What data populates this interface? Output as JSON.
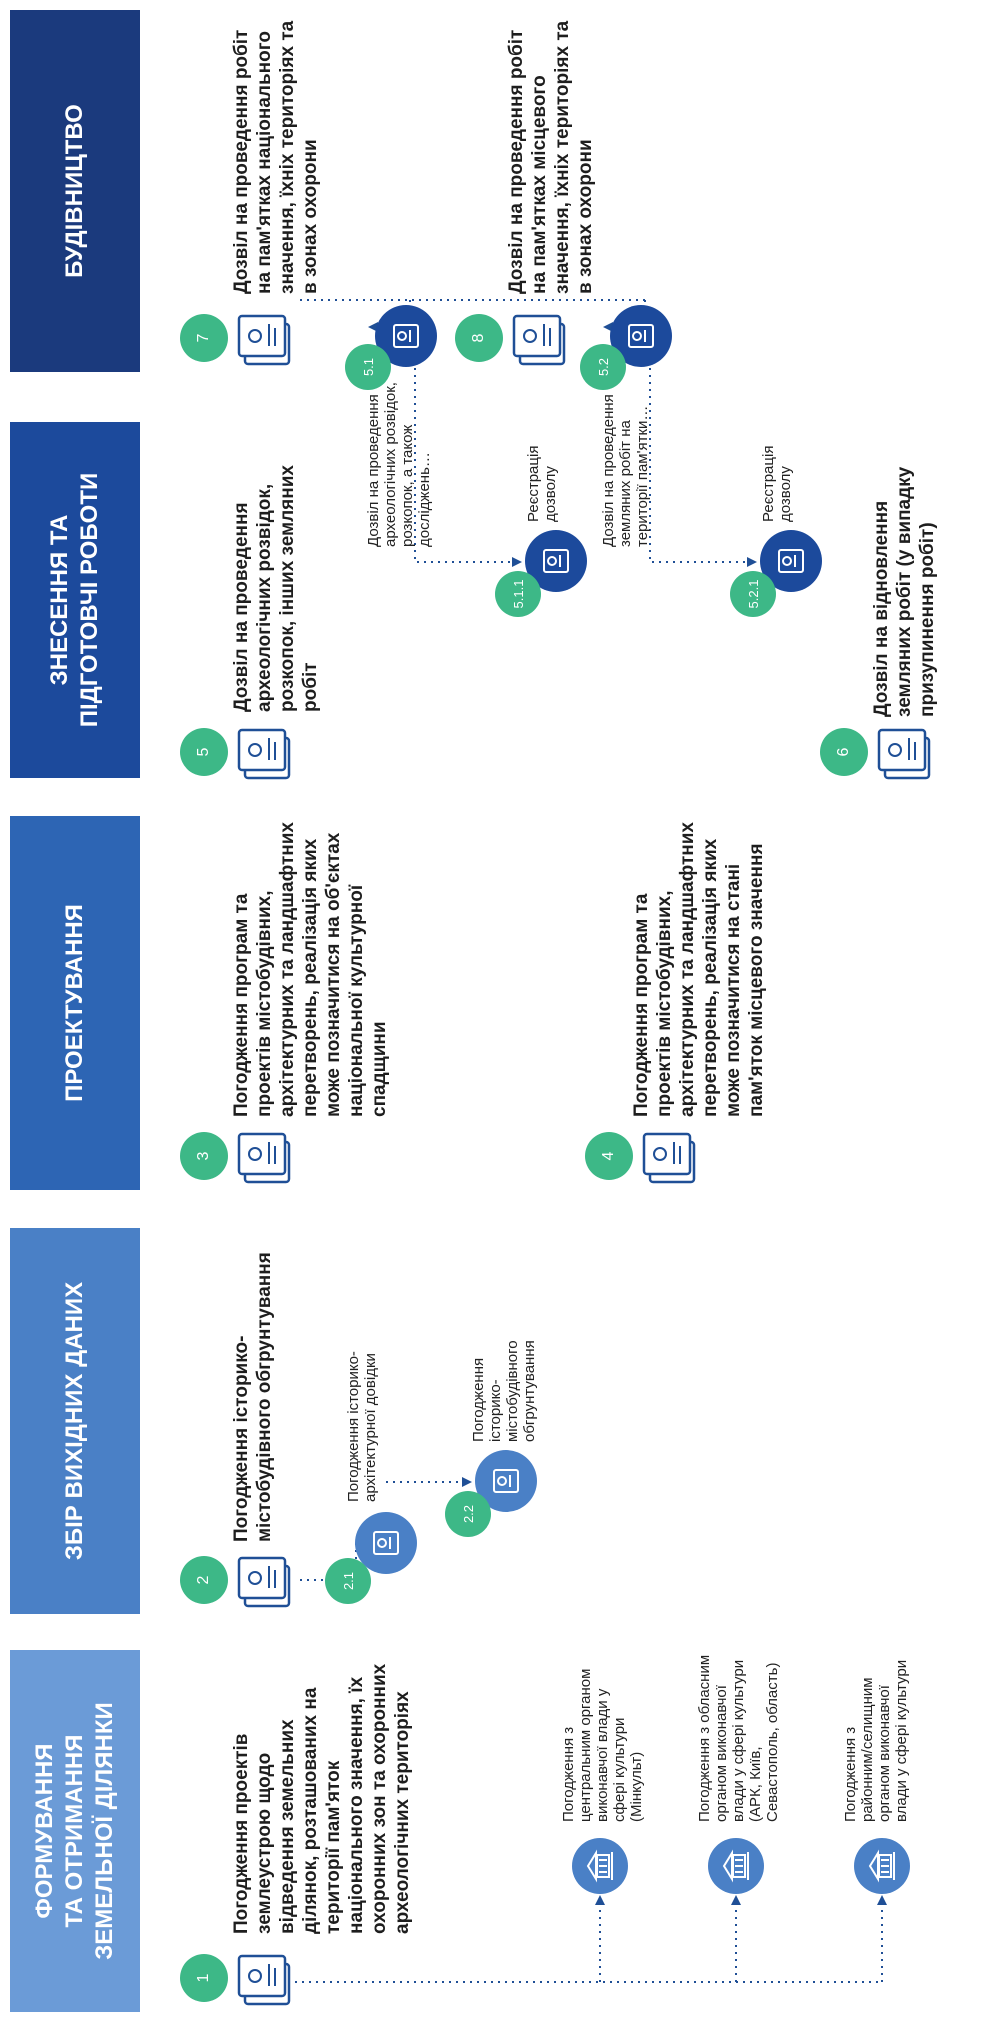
{
  "colors": {
    "stage1": "#6b9bd7",
    "stage2": "#4a80c6",
    "stage3": "#2d65b4",
    "stage4": "#1c4a9c",
    "stage5": "#1b3a7d",
    "accent_green": "#3db887",
    "connector": "#1f4f96"
  },
  "stages": [
    {
      "title_lines": [
        "ФОРМУВАННЯ",
        "ТА ОТРИМАННЯ",
        "ЗЕМЕЛЬНОЇ ДІЛЯНКИ"
      ]
    },
    {
      "title_lines": [
        "ЗБІР ВИХІДНИХ ДАНИХ"
      ]
    },
    {
      "title_lines": [
        "ПРОЕКТУВАННЯ"
      ]
    },
    {
      "title_lines": [
        "ЗНЕСЕННЯ ТА",
        "ПІДГОТОВЧІ РОБОТИ"
      ]
    },
    {
      "title_lines": [
        "БУДІВНИЦТВО"
      ]
    }
  ],
  "steps": {
    "s1": {
      "num": "1",
      "text": "Погодження проектів землеустрою щодо відведення земельних ділянок, розташованих на території пам'яток національного значення, їх охоронних зон та охоронних археологічних територіях"
    },
    "s1_subs": [
      {
        "text": "Погодження з центральним органом виконавчої влади у сфері культури (Мінкульт)",
        "icon": "government-building-icon"
      },
      {
        "text": "Погодження з обласним органом виконавчої влади у сфері культури (АРК, Київ, Севастополь, область)",
        "icon": "government-building-icon"
      },
      {
        "text": "Погодження з районним/селищним органом виконавчої влади у сфері культури",
        "icon": "government-building-icon"
      }
    ],
    "s2": {
      "num": "2",
      "text": "Погодження історико-містобудівного обгрунтування"
    },
    "s2_subs": [
      {
        "num": "2.1",
        "text": "Погодження історико-архітектурної довідки"
      },
      {
        "num": "2.2",
        "text": "Погодження історико-містобудівного обгрунтування"
      }
    ],
    "s3": {
      "num": "3",
      "text": "Погодження програм та проектів містобудівних, архітектурних та ландшафтних перетворень, реалізація яких може позначитися на об'єктах національної культурної спадщини"
    },
    "s4": {
      "num": "4",
      "text": "Погодження програм та проектів містобудівних, архітектурних та ландшафтних перетворень, реалізація яких може позначитися на стані пам'яток місцевого значення"
    },
    "s5": {
      "num": "5",
      "text": "Дозвіл на проведення археологічних розвідок, розкопок, інших земляних робіт"
    },
    "s5_subs": [
      {
        "num": "5.1",
        "text": "Дозвіл на проведення археологічних розвідок, розкопок, а також досліджень…"
      },
      {
        "num": "5.1.1",
        "text": "Реєстрація дозволу"
      },
      {
        "num": "5.2",
        "text": "Дозвіл на проведення земляних робіт на території пам'ятки…"
      },
      {
        "num": "5.2.1",
        "text": "Реєстрація дозволу"
      }
    ],
    "s6": {
      "num": "6",
      "text": "Дозвіл на відновлення земляних робіт (у випадку призупинення робіт)"
    },
    "s7": {
      "num": "7",
      "text": "Дозвіл на проведення робіт на пам'ятках національного значення, їхніх територіях та в зонах охорони"
    },
    "s8": {
      "num": "8",
      "text": "Дозвіл на проведення робіт на пам'ятках місцевого значення, їхніх територіях та в зонах охорони"
    }
  }
}
